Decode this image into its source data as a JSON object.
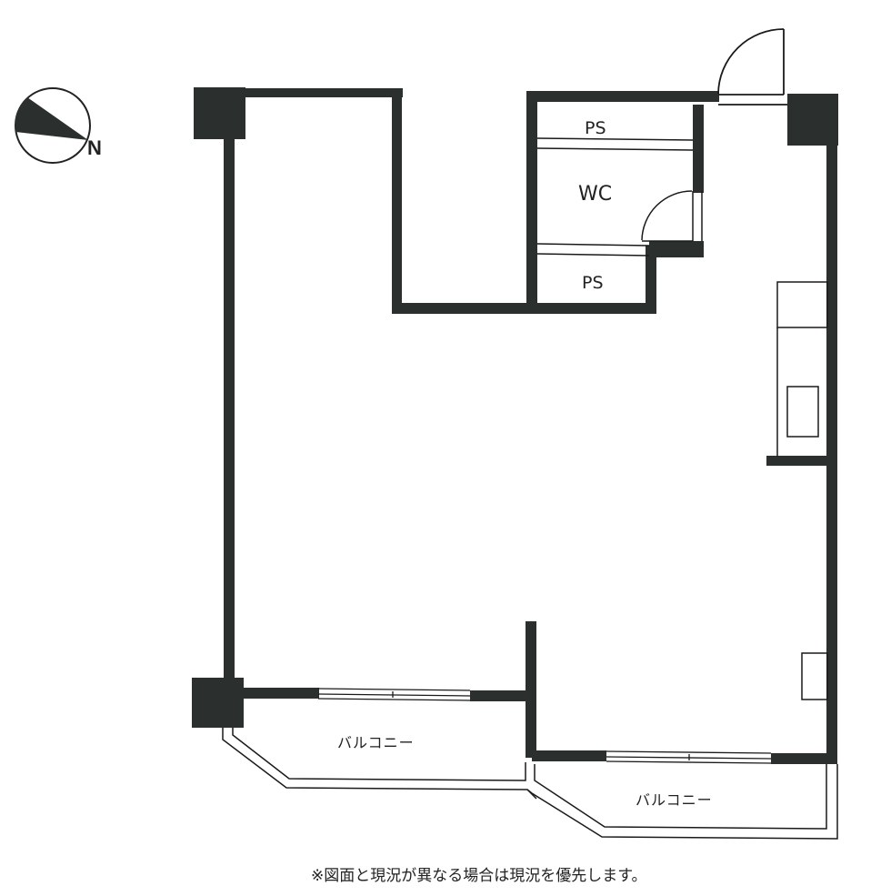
{
  "compass": {
    "label": "N",
    "icon": "north-arrow-compass-icon"
  },
  "rooms": {
    "ps_upper": "PS",
    "wc": "WC",
    "ps_lower": "PS",
    "balcony_left": "バルコニー",
    "balcony_right": "バルコニー"
  },
  "footer_note": "※図面と現況が異なる場合は現況を優先します。",
  "colors": {
    "wall": "#2b2f2e",
    "line": "#1a1a1a",
    "background": "#ffffff"
  }
}
